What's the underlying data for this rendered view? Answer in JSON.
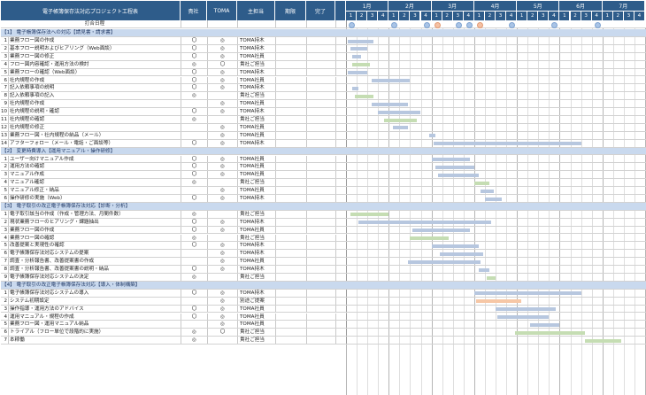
{
  "header": {
    "title": "電子帳簿保存法対応プロジェクト工程表",
    "resp": "貴社",
    "toma": "TOMA",
    "owner": "主担当",
    "due": "期限",
    "done": "完了"
  },
  "months": [
    "1月",
    "2月",
    "3月",
    "4月",
    "5月",
    "6月",
    "7月"
  ],
  "weeks": [
    "1",
    "2",
    "3",
    "4"
  ],
  "meeting_label": "打合日程",
  "meeting_dots": [
    1,
    5,
    8,
    9,
    11,
    12,
    13,
    16,
    20,
    24
  ],
  "meeting_pink": [
    9,
    13
  ],
  "rows": [
    {
      "type": "section",
      "no": "",
      "task": "【1】 電子帳簿保存法への対応【請見書・請求書】"
    },
    {
      "no": "1",
      "task": "業務フロー図の作成",
      "resp": "〇",
      "toma": "◎",
      "owner": "TOMA持木",
      "bar": [
        0.2,
        2.6,
        "blue"
      ]
    },
    {
      "no": "2",
      "task": "基本フロー説明およびヒアリング（Web面談）",
      "resp": "〇",
      "toma": "◎",
      "owner": "TOMA持木",
      "bar": [
        0.4,
        2.0,
        "blue"
      ]
    },
    {
      "no": "3",
      "task": "業務フロー図の修正",
      "resp": "〇",
      "toma": "◎",
      "owner": "TOMA社員",
      "bar": [
        0.6,
        1.4,
        "blue"
      ]
    },
    {
      "no": "4",
      "task": "フロー図内容確認・運用方法の検討",
      "resp": "◎",
      "toma": "〇",
      "owner": "貴社ご担当",
      "bar": [
        0.6,
        2.2,
        "green"
      ]
    },
    {
      "no": "5",
      "task": "業務フローの確認（Web面談）",
      "resp": "〇",
      "toma": "◎",
      "owner": "TOMA持木",
      "bar": [
        0.2,
        2.0,
        "blue"
      ]
    },
    {
      "no": "6",
      "task": "社内規程の作成",
      "resp": "〇",
      "toma": "◎",
      "owner": "TOMA社員",
      "bar": [
        2.4,
        6.0,
        "blue"
      ]
    },
    {
      "no": "7",
      "task": "記入依頼事項の説明",
      "resp": "〇",
      "toma": "◎",
      "owner": "TOMA持木",
      "bar": [
        0.6,
        1.2,
        "blue"
      ]
    },
    {
      "no": "8",
      "task": "記入依頼事項の記入",
      "resp": "◎",
      "toma": "",
      "owner": "貴社ご担当",
      "bar": [
        0.8,
        2.6,
        "green"
      ]
    },
    {
      "no": "9",
      "task": "社内規程の作成",
      "resp": "",
      "toma": "◎",
      "owner": "TOMA社員",
      "bar": [
        2.4,
        5.8,
        "blue"
      ]
    },
    {
      "no": "10",
      "task": "社内規程の説明・確認",
      "resp": "〇",
      "toma": "◎",
      "owner": "TOMA持木",
      "bar": [
        3.0,
        7.0,
        "blue"
      ]
    },
    {
      "no": "11",
      "task": "社内規程の確認",
      "resp": "◎",
      "toma": "",
      "owner": "貴社ご担当",
      "bar": [
        3.6,
        6.6,
        "green"
      ]
    },
    {
      "no": "12",
      "task": "社内規程の修正",
      "resp": "",
      "toma": "◎",
      "owner": "TOMA社員",
      "bar": [
        4.4,
        5.8,
        "blue"
      ]
    },
    {
      "no": "13",
      "task": "業務フロー図・社内規程の納品（メール）",
      "resp": "",
      "toma": "◎",
      "owner": "TOMA社員",
      "bar": [
        7.8,
        8.4,
        "blue"
      ]
    },
    {
      "no": "14",
      "task": "アフターフォロー（メール・電話・ご面談等）",
      "resp": "〇",
      "toma": "◎",
      "owner": "TOMA持木",
      "bar": [
        8.2,
        22.0,
        "blue"
      ]
    },
    {
      "type": "section",
      "no": "",
      "task": "【2】 変更時費導入【運用マニュアル・操作研修】"
    },
    {
      "no": "1",
      "task": "ユーザー向けマニュアル作成",
      "resp": "〇",
      "toma": "◎",
      "owner": "TOMA社員",
      "bar": [
        8.0,
        11.6,
        "blue"
      ]
    },
    {
      "no": "2",
      "task": "運用方法の確認",
      "resp": "〇",
      "toma": "◎",
      "owner": "TOMA社員",
      "bar": [
        8.4,
        12.0,
        "blue"
      ]
    },
    {
      "no": "3",
      "task": "マニュアル作成",
      "resp": "〇",
      "toma": "◎",
      "owner": "TOMA社員",
      "bar": [
        8.6,
        12.4,
        "blue"
      ]
    },
    {
      "no": "4",
      "task": "マニュアル確認",
      "resp": "◎",
      "toma": "",
      "owner": "貴社ご担当",
      "bar": [
        12.0,
        13.4,
        "green"
      ]
    },
    {
      "no": "5",
      "task": "マニュアル修正・納品",
      "resp": "",
      "toma": "◎",
      "owner": "TOMA社員",
      "bar": [
        12.6,
        13.8,
        "blue"
      ]
    },
    {
      "no": "6",
      "task": "操作研修の実施（Web）",
      "resp": "〇",
      "toma": "◎",
      "owner": "TOMA持木",
      "bar": [
        13.0,
        14.6,
        "blue"
      ]
    },
    {
      "type": "section",
      "no": "",
      "task": "【3】 電子取引の改正電子帳簿保存法対応【診断・分析】"
    },
    {
      "no": "1",
      "task": "電子取引該当の作成（作成・管理方法、月間件数）",
      "resp": "◎",
      "toma": "",
      "owner": "貴社ご担当",
      "bar": [
        0.4,
        4.0,
        "green"
      ]
    },
    {
      "no": "2",
      "task": "現状業務フローのヒアリング・課題抽出",
      "resp": "〇",
      "toma": "◎",
      "owner": "TOMA持木",
      "bar": [
        1.2,
        13.6,
        "blue"
      ]
    },
    {
      "no": "3",
      "task": "業務フロー図の作成",
      "resp": "〇",
      "toma": "◎",
      "owner": "TOMA社員",
      "bar": [
        6.2,
        11.6,
        "blue"
      ]
    },
    {
      "no": "4",
      "task": "業務フロー図の確認",
      "resp": "◎",
      "toma": "",
      "owner": "貴社ご担当",
      "bar": [
        6.0,
        9.6,
        "green"
      ]
    },
    {
      "no": "5",
      "task": "改善提案と実現性の確認",
      "resp": "〇",
      "toma": "◎",
      "owner": "TOMA持木",
      "bar": [
        8.0,
        12.4,
        "blue"
      ]
    },
    {
      "no": "6",
      "task": "電子帳簿保存法対応システムの提案",
      "resp": "",
      "toma": "◎",
      "owner": "TOMA持木",
      "bar": [
        8.8,
        12.8,
        "blue"
      ]
    },
    {
      "no": "7",
      "task": "調査・分析報告書、改善提案書の作成",
      "resp": "",
      "toma": "◎",
      "owner": "TOMA社員",
      "bar": [
        5.8,
        12.6,
        "blue"
      ]
    },
    {
      "no": "8",
      "task": "調査・分析報告書、改善提案書の説明・納品",
      "resp": "〇",
      "toma": "◎",
      "owner": "TOMA持木",
      "bar": [
        12.4,
        13.4,
        "blue"
      ]
    },
    {
      "no": "9",
      "task": "電子帳簿保存法対応システムの決定",
      "resp": "◎",
      "toma": "",
      "owner": "貴社ご担当",
      "bar": [
        13.2,
        14.0,
        "green"
      ]
    },
    {
      "type": "section",
      "no": "",
      "task": "【4】 電子取引の改正電子帳簿保存法対応【導入・体制構築】"
    },
    {
      "no": "1",
      "task": "電子帳簿保存法対応システムの導入",
      "resp": "〇",
      "toma": "◎",
      "owner": "TOMA持木",
      "bar": [
        12.0,
        22.0,
        "blue"
      ]
    },
    {
      "no": "2",
      "task": "システム初期設定",
      "resp": "",
      "toma": "◎",
      "owner": "別途ご提案",
      "bar": [
        12.2,
        16.4,
        "orange"
      ]
    },
    {
      "no": "3",
      "task": "操作指導・運用方法のアドバイス",
      "resp": "〇",
      "toma": "◎",
      "owner": "TOMA社員",
      "bar": [
        14.0,
        19.6,
        "blue"
      ]
    },
    {
      "no": "4",
      "task": "運用マニュアル・規程の作成",
      "resp": "〇",
      "toma": "◎",
      "owner": "TOMA社員",
      "bar": [
        14.2,
        19.0,
        "blue"
      ]
    },
    {
      "no": "5",
      "task": "業務フロー図・運用マニュアル納品",
      "resp": "",
      "toma": "◎",
      "owner": "TOMA社員",
      "bar": [
        17.2,
        20.0,
        "blue"
      ]
    },
    {
      "no": "6",
      "task": "トライアル（フロー単位で段階的に実施）",
      "resp": "◎",
      "toma": "〇",
      "owner": "貴社ご担当",
      "bar": [
        15.8,
        22.4,
        "green"
      ]
    },
    {
      "no": "7",
      "task": "本稼働",
      "resp": "◎",
      "toma": "",
      "owner": "貴社ご担当",
      "bar": [
        22.4,
        25.8,
        "green"
      ]
    }
  ],
  "colors": {
    "header": "#2e5c8a",
    "section": "#c9d9ee",
    "bar_toma": "#b7c7df",
    "bar_client": "#c5ddb3",
    "bar_option": "#f6c7a6"
  }
}
